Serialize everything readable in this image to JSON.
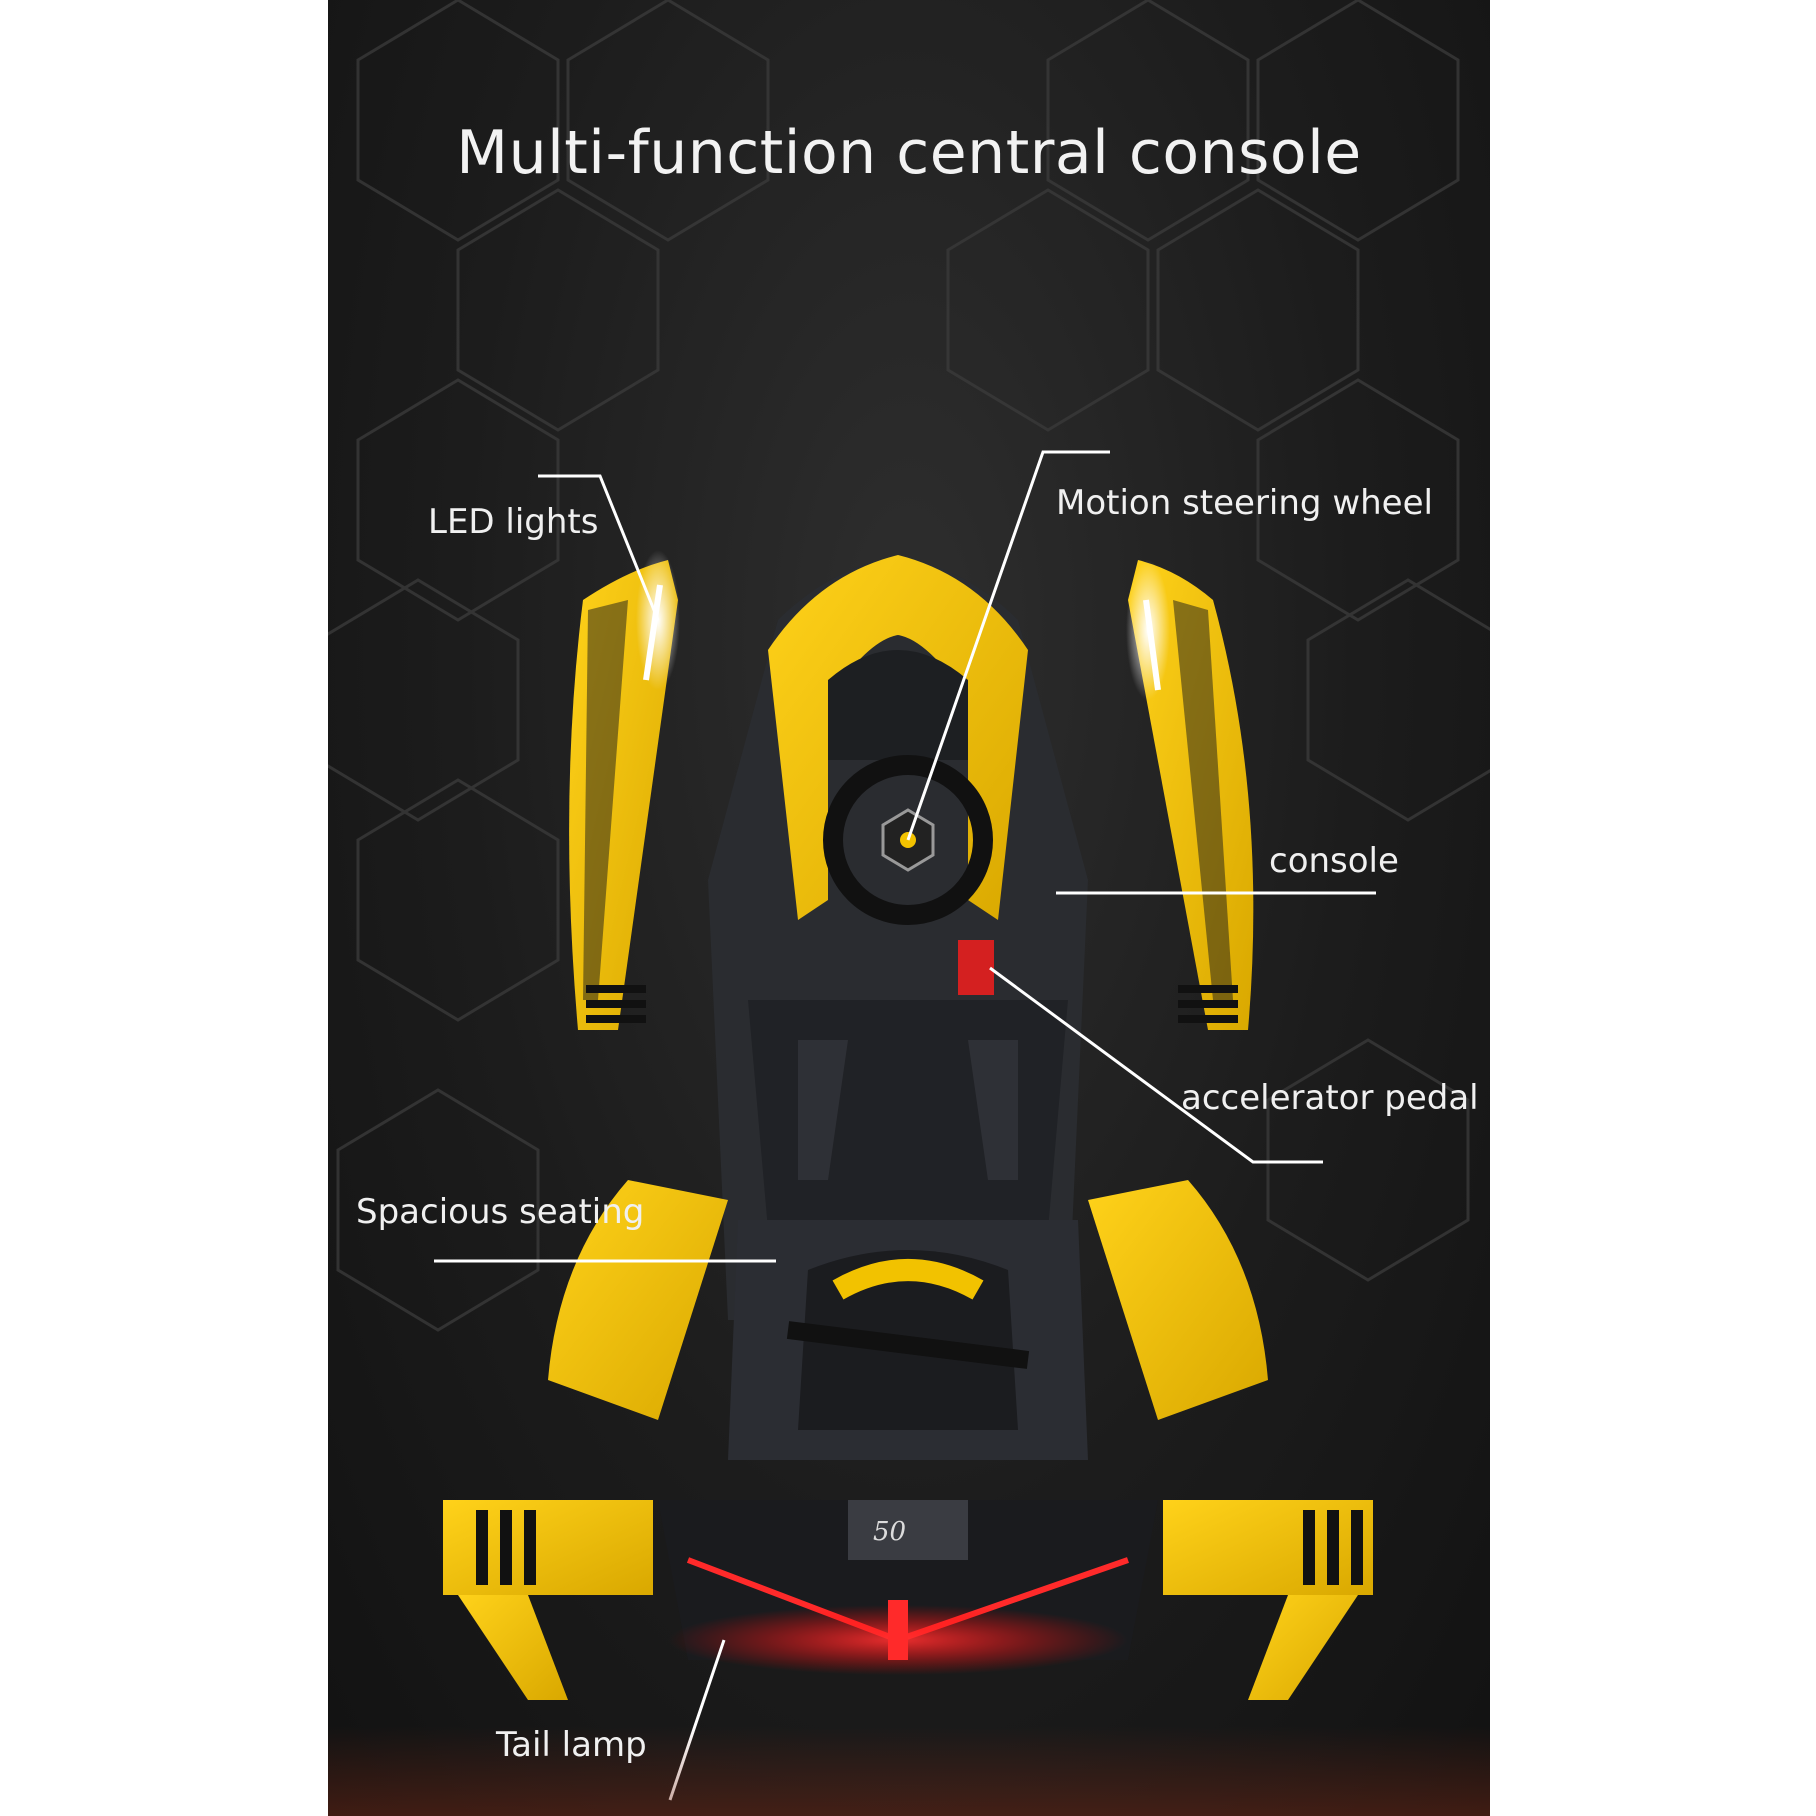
{
  "title": "Multi-function central console",
  "callouts": {
    "led_lights": "LED lights",
    "steering_wheel": "Motion steering wheel",
    "console": "console",
    "accelerator": "accelerator pedal",
    "seating": "Spacious seating",
    "tail_lamp": "Tail lamp"
  },
  "colors": {
    "car_yellow": "#f2c200",
    "background": "#1c1c1c",
    "tail_light": "#ff2a2a",
    "pedal": "#d42020",
    "text": "#f0f0f0"
  }
}
